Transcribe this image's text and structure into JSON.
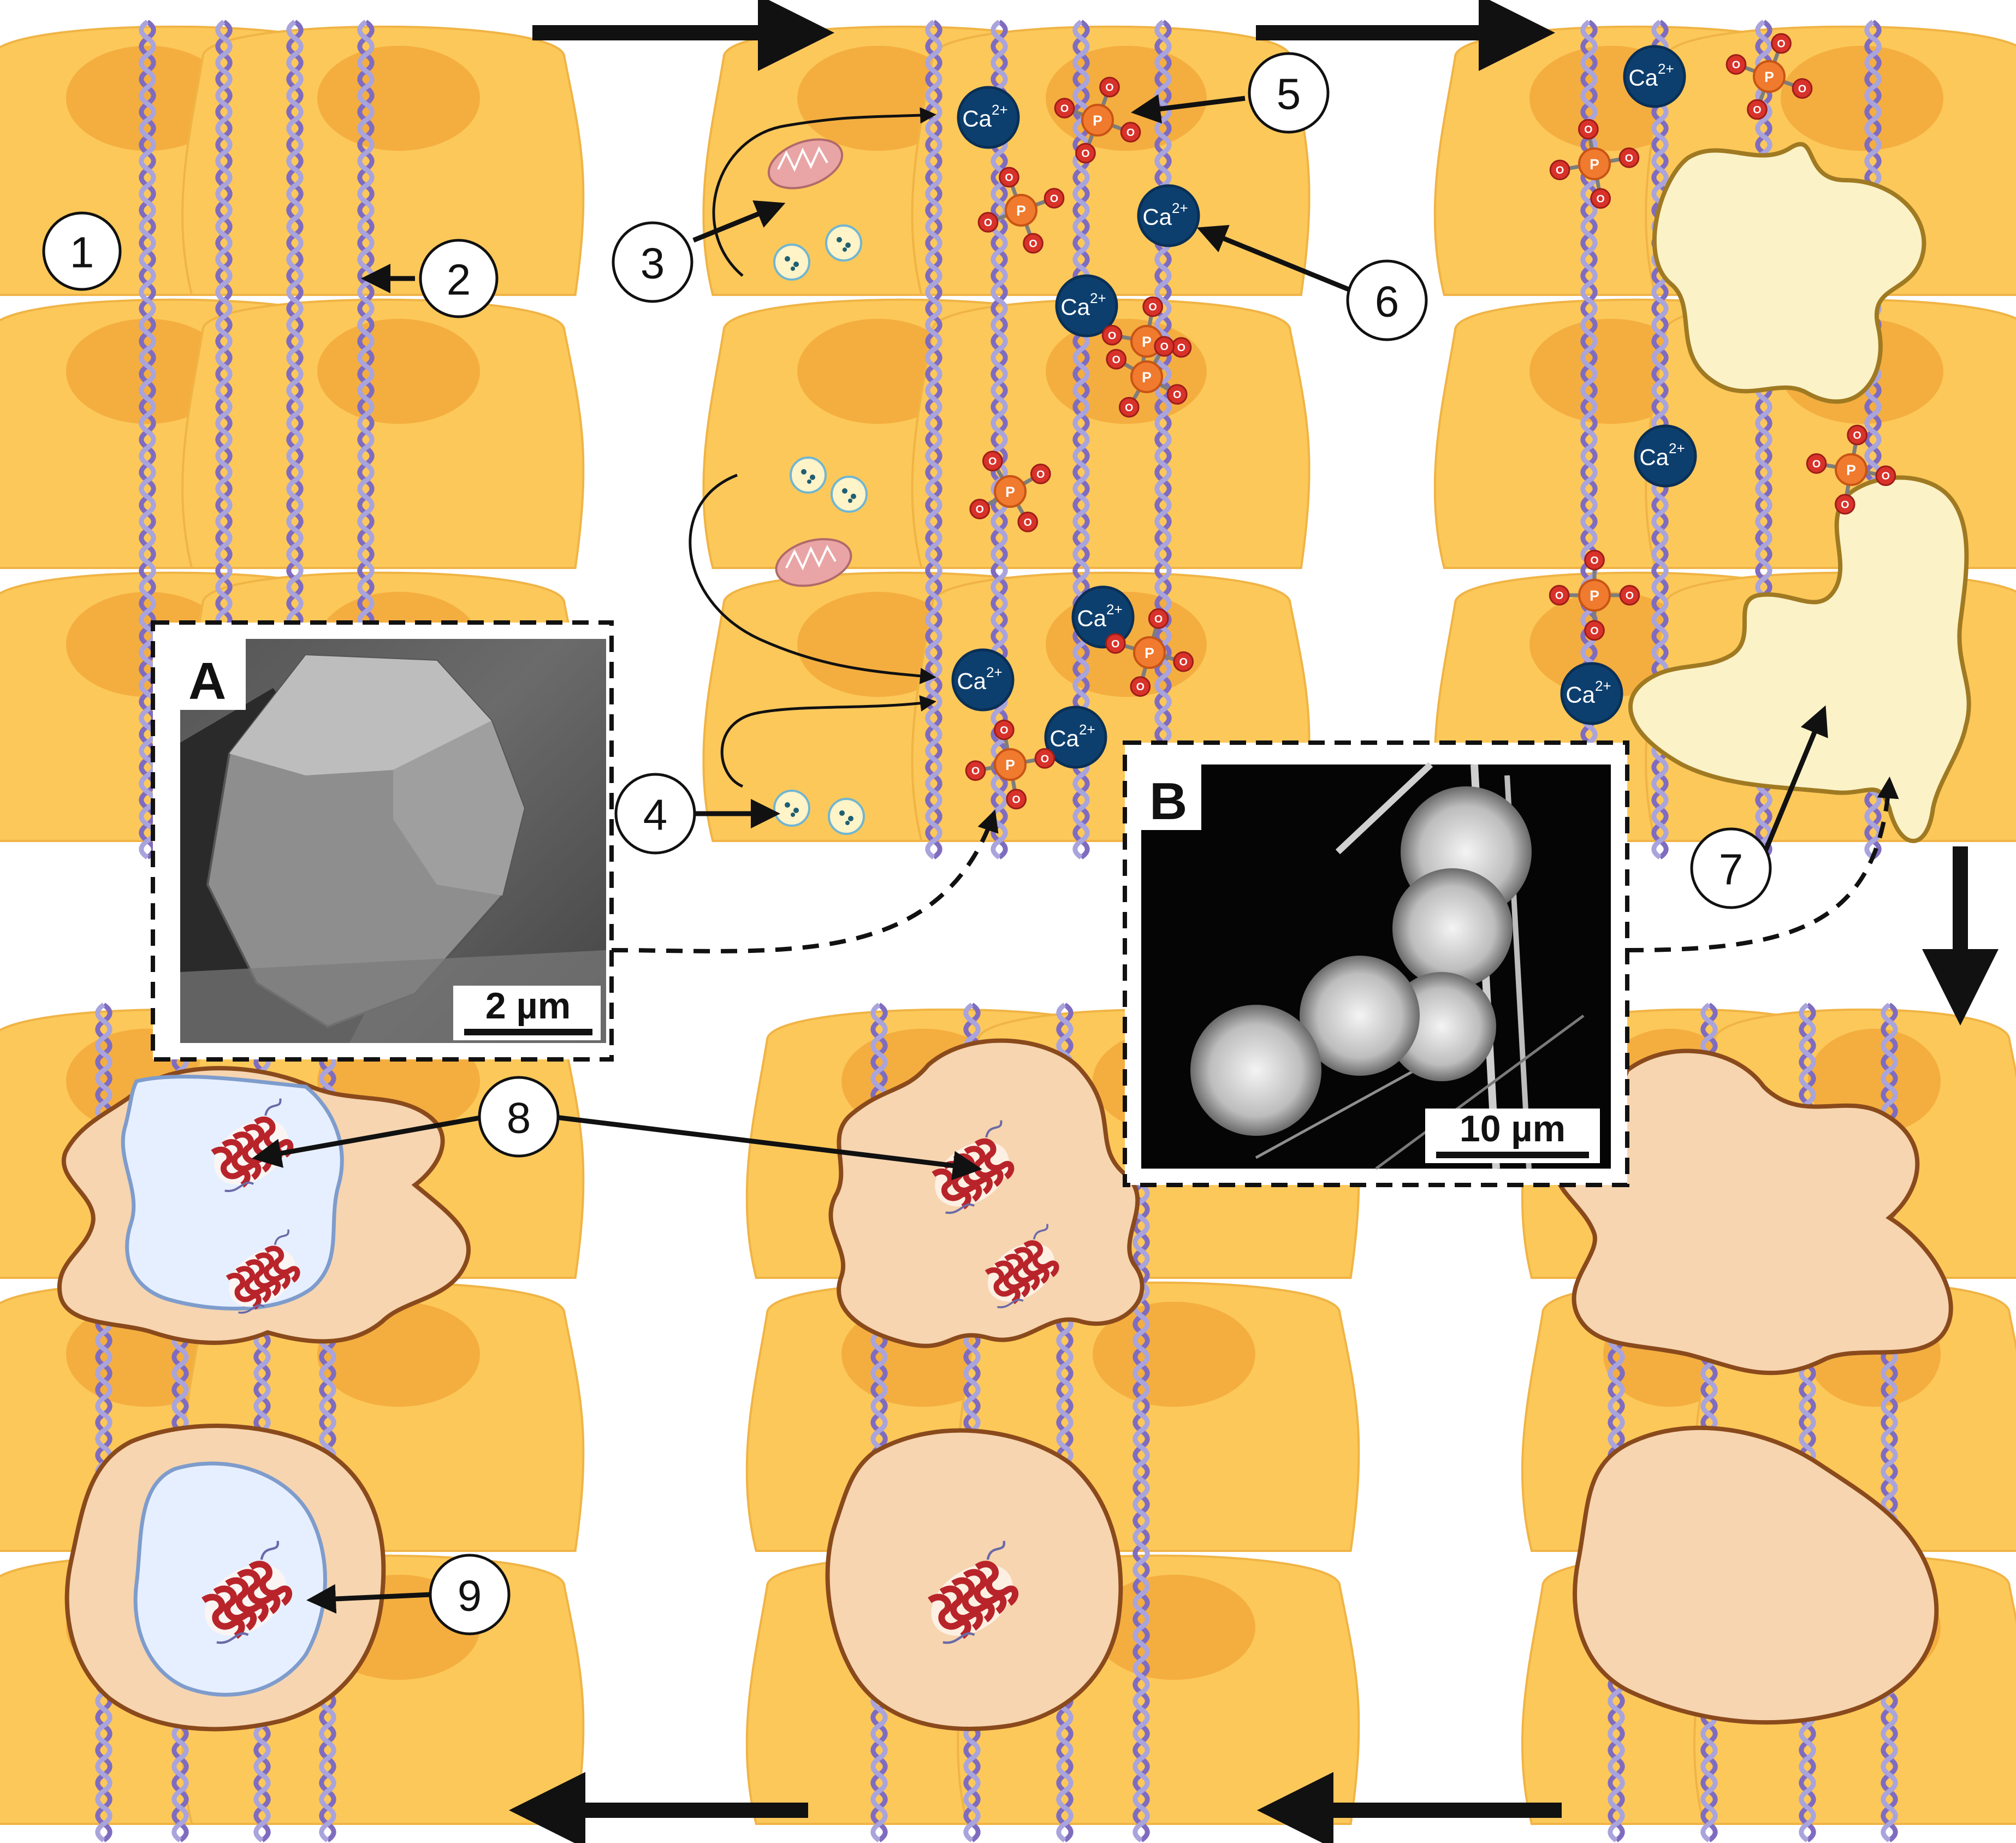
{
  "callouts": {
    "n1": "1",
    "n2": "2",
    "n3": "3",
    "n4": "4",
    "n5": "5",
    "n6": "6",
    "n7": "7",
    "n8": "8",
    "n9": "9"
  },
  "ions": {
    "calcium": "Ca",
    "calcium_charge": "2+",
    "phosphorus": "P",
    "oxygen": "O",
    "minus": "-"
  },
  "inset_a": {
    "letter": "A",
    "scale": "2 µm"
  },
  "inset_b": {
    "letter": "B",
    "scale": "10 µm"
  },
  "colors": {
    "cell": "#fcc85a",
    "cell_dark": "#f2a93b",
    "fiber_a": "#7f6cc0",
    "fiber_b": "#a9a4dc",
    "calcium": "#0d3f6e",
    "phosphorus": "#f07a2e",
    "oxygen": "#d8322a",
    "crystal_pale": "#fbf2c8",
    "crystal_border": "#a07a22",
    "deposit": "#f6d5b0",
    "deposit_border": "#8a4a1c",
    "vesicle": "#e6efff",
    "vesicle_border": "#7e9ccc",
    "protein": "#b8242a",
    "arrow": "#111111"
  },
  "icons": [
    "mitochondrion-icon",
    "vesicle-icon",
    "protein-icon",
    "arrow-icon"
  ]
}
